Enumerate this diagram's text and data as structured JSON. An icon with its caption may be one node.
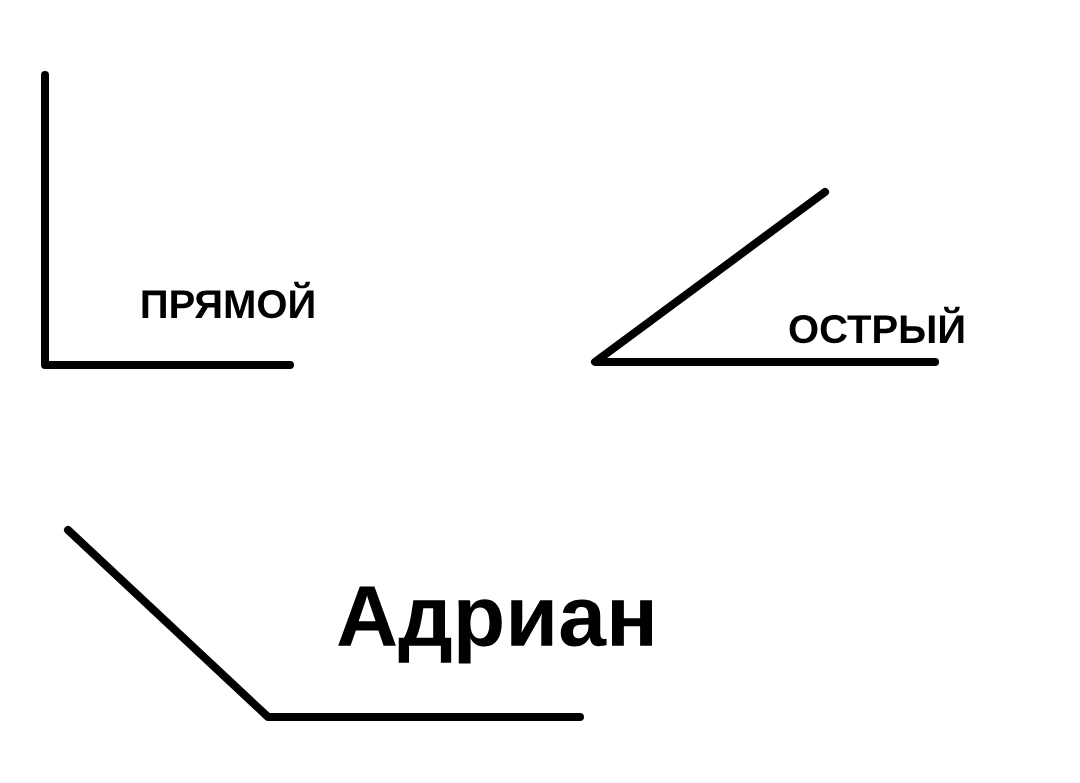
{
  "diagram": {
    "labels": [
      "ПРЯМОЙ",
      "ОСТРЫЙ",
      "Адриан"
    ]
  }
}
